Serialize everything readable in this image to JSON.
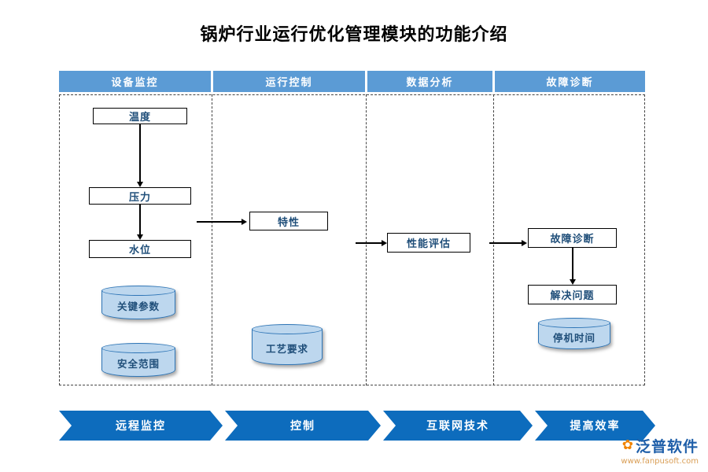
{
  "title": "锅炉行业运行优化管理模块的功能介绍",
  "lanes": [
    {
      "header": "设备监控"
    },
    {
      "header": "运行控制"
    },
    {
      "header": "数据分析"
    },
    {
      "header": "故障诊断"
    }
  ],
  "nodes": {
    "temperature": "温度",
    "pressure": "压力",
    "water_level": "水位",
    "key_parameters": "关键参数",
    "safety_range": "安全范围",
    "characteristics": "特性",
    "process_requirements": "工艺要求",
    "performance_evaluation": "性能评估",
    "fault_diagnosis": "故障诊断",
    "solve_problem": "解决问题",
    "downtime": "停机时间"
  },
  "banners": [
    "远程监控",
    "控制",
    "互联网技术",
    "提高效率"
  ],
  "logo": {
    "name": "泛普软件",
    "url": "www.fanpusoft.com"
  },
  "colors": {
    "lane_header": "#5b9bd5",
    "banner": "#0d6cbd",
    "cylinder_fill": "#bdd7ee",
    "cylinder_border": "#2e75b6",
    "node_text": "#1f4e79",
    "logo_orange": "#f08300",
    "logo_blue": "#1f5fa9"
  }
}
